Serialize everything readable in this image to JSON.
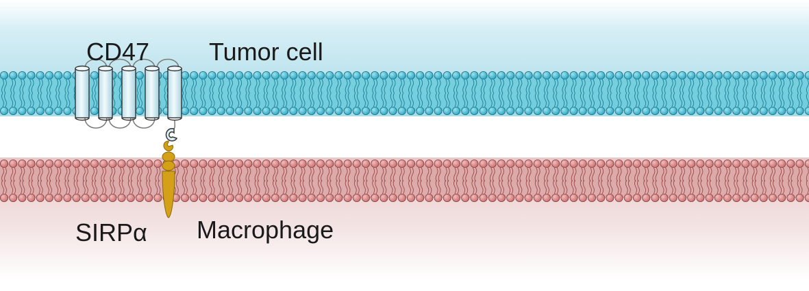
{
  "labels": {
    "cd47": "CD47",
    "tumor_cell": "Tumor cell",
    "sirpa": "SIRPα",
    "macrophage": "Macrophage"
  },
  "colors": {
    "tumor_bg_top": "#bfe3ee",
    "tumor_bg_bottom": "#ffffff",
    "tumor_membrane": "#5ec8da",
    "tumor_head": "#3fb7cf",
    "tumor_head_stroke": "#1b6f86",
    "macro_bg_top": "#ffffff",
    "macro_bg_bottom": "#f3e6e6",
    "macro_membrane": "#d79a9a",
    "macro_head": "#dc8a8a",
    "macro_head_stroke": "#8a3c3c",
    "cd47_fill": "#dceff5",
    "cd47_stroke": "#333333",
    "sirpa_fill": "#d4a017",
    "sirpa_stroke": "#8a6a08"
  }
}
